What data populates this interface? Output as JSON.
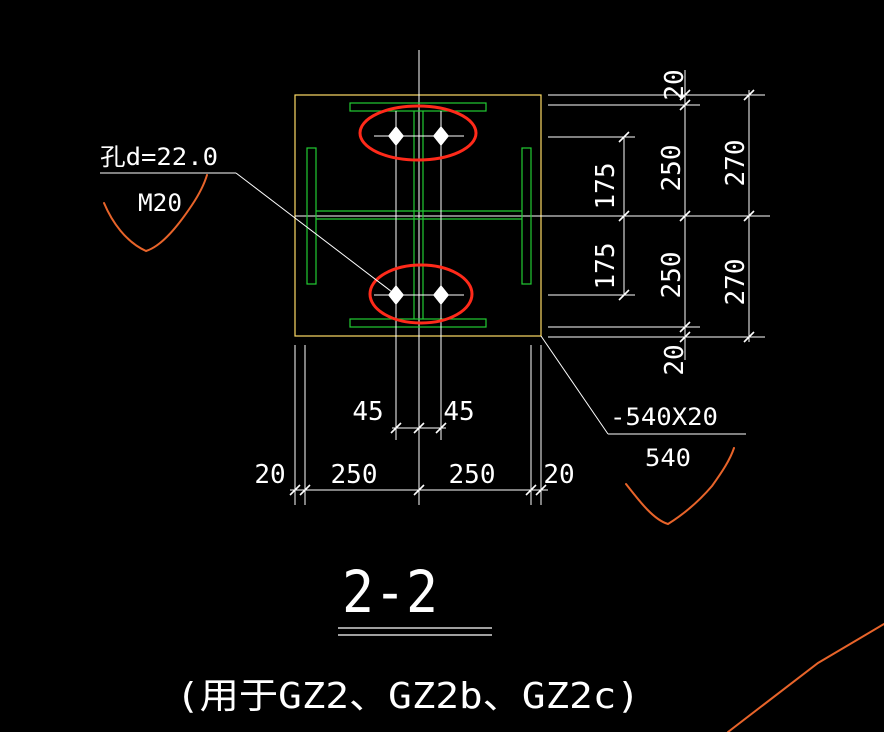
{
  "drawing": {
    "hole_label": "孔d=22.0",
    "bolt_label": "M20",
    "plate_label": "-540X20",
    "plate_width_label": "540",
    "section_title": "2-2",
    "usage_note": "(用于GZ2、GZ2b、GZ2c)",
    "dims_right_inner": [
      "175",
      "175"
    ],
    "dims_right_mid": [
      "250",
      "250"
    ],
    "dims_right_outer": [
      "270",
      "270"
    ],
    "dims_right_edge": [
      "20",
      "20"
    ],
    "dims_bottom_bolt": [
      "45",
      "45"
    ],
    "dims_bottom_main": [
      "20",
      "250",
      "250",
      "20"
    ]
  },
  "colors": {
    "background": "#000000",
    "plate_outline": "#ffdd66",
    "steel_section": "#22cc33",
    "annotation_lines": "#ffffff",
    "markup_red": "#ff2a1a",
    "markup_orange": "#e8642a"
  }
}
